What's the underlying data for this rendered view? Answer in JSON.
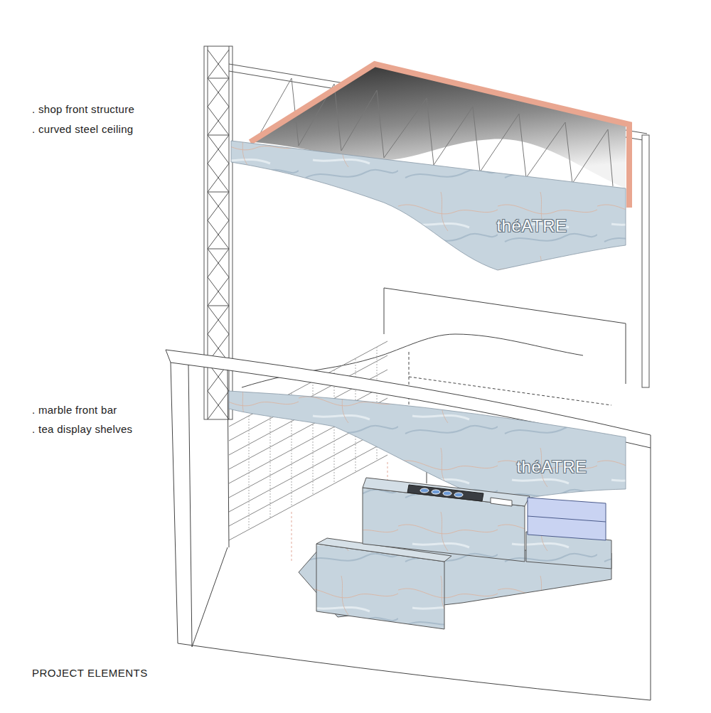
{
  "diagram": {
    "title": "PROJECT ELEMENTS",
    "labels": [
      ". shop front structure",
      ". curved steel ceiling",
      ". marble front bar",
      ". tea display shelves",
      "théATRE",
      "théATRE"
    ]
  }
}
